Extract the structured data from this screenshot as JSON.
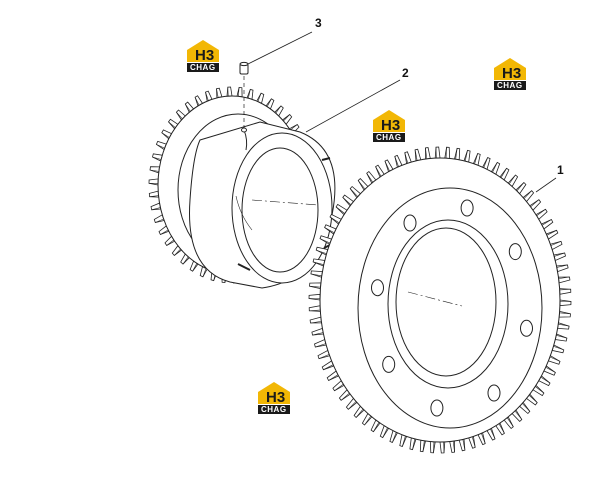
{
  "callouts": [
    {
      "id": "callout-1",
      "label": "1"
    },
    {
      "id": "callout-2",
      "label": "2"
    },
    {
      "id": "callout-3",
      "label": "3"
    }
  ],
  "logo": {
    "letters_top": "H3",
    "letters_bottom": "CHAG",
    "accent_color": "#F2B705",
    "dark_color": "#1A1A1A"
  },
  "colors": {
    "line": "#222222",
    "background": "#FFFFFF"
  }
}
